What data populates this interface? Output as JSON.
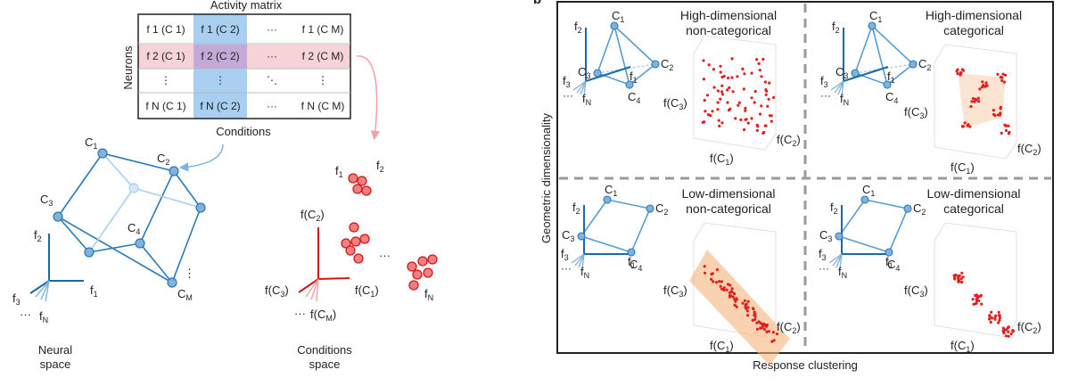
{
  "left": {
    "matrix_title": "Activity matrix",
    "rows_label": "Neurons",
    "cols_label": "Conditions",
    "cells": [
      [
        "f 1 (C 1)",
        "f 1 (C 2)",
        "···",
        "f 1 (C M)"
      ],
      [
        "f 2 (C 1)",
        "f 2 (C 2)",
        "···",
        "f 2 (C M)"
      ],
      [
        "⋮",
        "⋮",
        "⋱",
        "⋮"
      ],
      [
        "f N (C 1)",
        "f N (C 2)",
        "···",
        "f N (C M)"
      ]
    ],
    "neural": {
      "space_label_1": "Neural",
      "space_label_2": "space",
      "points": [
        "C1",
        "C2",
        "C3",
        "C4",
        "CM"
      ],
      "axes": [
        "f2",
        "f1",
        "f3",
        "fN"
      ],
      "dots": "⋮"
    },
    "conditions": {
      "space_label_1": "Conditions",
      "space_label_2": "space",
      "axes": [
        "f(C2)",
        "f(C1)",
        "f(C3)",
        "f(CM)"
      ],
      "neuron_labels": [
        "f1",
        "f2",
        "fN"
      ],
      "dots": "···"
    }
  },
  "right": {
    "panel_letter": "b",
    "y_axis_label": "Geometric dimensionality",
    "x_axis_label": "Response clustering",
    "panels": {
      "tl": {
        "title_1": "High-dimensional",
        "title_2": "non-categorical"
      },
      "tr": {
        "title_1": "High-dimensional",
        "title_2": "categorical"
      },
      "bl": {
        "title_1": "Low-dimensional",
        "title_2": "non-categorical"
      },
      "br": {
        "title_1": "Low-dimensional",
        "title_2": "categorical"
      }
    },
    "scatter_axes": [
      "f(C3)",
      "f(C1)",
      "f(C2)"
    ],
    "mini_points": [
      "C1",
      "C2",
      "C3",
      "C4"
    ],
    "mini_axes": [
      "f2",
      "f1",
      "f3",
      "fN"
    ]
  },
  "colors": {
    "blue": "#2a7ab8",
    "light_blue": "#7fb2dc",
    "red": "#e02020",
    "orange": "#f5b57d",
    "highlight_blue": "#a9cff0",
    "highlight_pink": "#f6d3d6",
    "dashed": "#9a9a9a"
  }
}
